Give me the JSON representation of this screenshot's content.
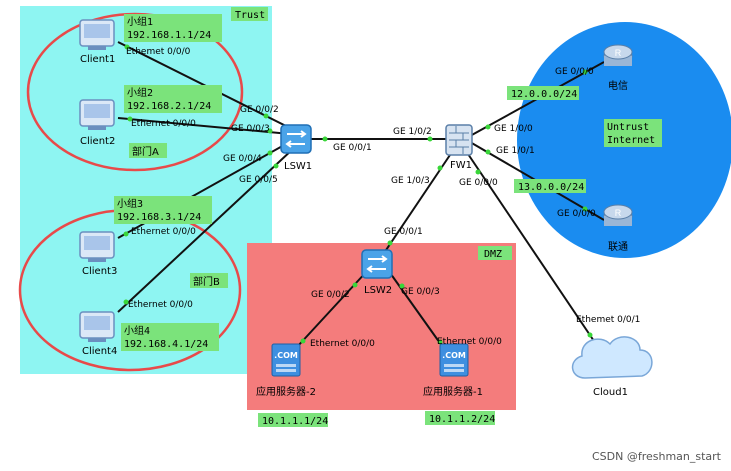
{
  "zones": {
    "trust": {
      "label": "Trust",
      "color": "#8ef5f2"
    },
    "dmz": {
      "label": "DMZ",
      "color": "#f47c7c"
    },
    "untrust": {
      "label": "Untrust\nInternet",
      "color": "#1a8cf0"
    }
  },
  "groups": {
    "dept_a": "部门A",
    "dept_b": "部门B"
  },
  "subnets": {
    "g1_name": "小组1",
    "g1_net": "192.168.1.1/24",
    "g2_name": "小组2",
    "g2_net": "192.168.2.1/24",
    "g3_name": "小组3",
    "g3_net": "192.168.3.1/24",
    "g4_name": "小组4",
    "g4_net": "192.168.4.1/24"
  },
  "devices": {
    "client1": "Client1",
    "client2": "Client2",
    "client3": "Client3",
    "client4": "Client4",
    "lsw1": "LSW1",
    "lsw2": "LSW2",
    "fw1": "FW1",
    "telecom": "电信",
    "unicom": "联通",
    "cloud1": "Cloud1",
    "server2": "应用服务器-2",
    "server1": "应用服务器-1",
    "com_badge": ".COM"
  },
  "ports": {
    "c1_eth": "Ethemet 0/0/0",
    "c2_eth": "Ethernet 0/0/0",
    "c3_eth": "Ethernet 0/0/0",
    "c4_eth": "Ethernet 0/0/0",
    "lsw1_g2": "GE 0/0/2",
    "lsw1_g3": "GE 0/0/3",
    "lsw1_g4": "GE 0/0/4",
    "lsw1_g5": "GE 0/0/5",
    "lsw1_g1": "GE 0/0/1",
    "fw_g102": "GE 1/0/2",
    "fw_g103": "GE 1/0/3",
    "fw_g100": "GE 1/0/0",
    "fw_g101": "GE 1/0/1",
    "fw_g000": "GE 0/0/0",
    "tel_g000": "GE 0/0/0",
    "uni_g000": "GE 0/0/0",
    "lsw2_g1": "GE 0/0/1",
    "lsw2_g2": "GE 0/0/2",
    "lsw2_g3": "GE 0/0/3",
    "srv2_eth": "Ethernet 0/0/0",
    "srv1_eth": "Ethernet 0/0/0",
    "cloud_eth": "Ethemet 0/0/1"
  },
  "networks": {
    "telecom_net": "12.0.0.0/24",
    "unicom_net": "13.0.0.0/24",
    "srv2_ip": "10.1.1.1/24",
    "srv1_ip": "10.1.1.2/24"
  },
  "watermark": "CSDN @freshman_start",
  "colors": {
    "label_bg": "#7be37b",
    "ellipse": "#e84a4a",
    "line": "#111111"
  }
}
